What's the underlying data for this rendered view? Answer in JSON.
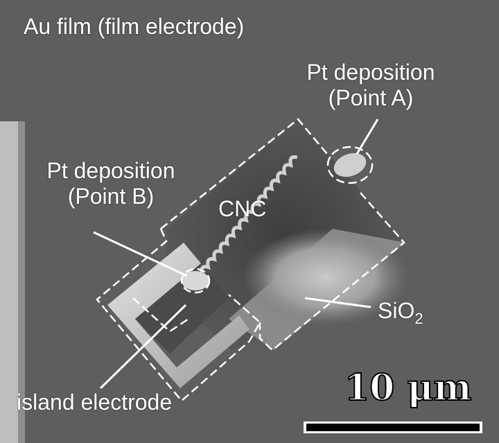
{
  "labels": {
    "film": "Au film (film electrode)",
    "point_a_line1": "Pt deposition",
    "point_a_line2": "(Point A)",
    "point_b_line1": "Pt deposition",
    "point_b_line2": "(Point B)",
    "cnc": "CNC",
    "sio2_base": "SiO",
    "sio2_subscript": "2",
    "island": "island electrode"
  },
  "scale_bar": {
    "label": "10 μm",
    "length_um": 10
  },
  "colors": {
    "background": "#5e5e5e",
    "annotation": "#ffffff",
    "scale_bar": "#000000"
  }
}
